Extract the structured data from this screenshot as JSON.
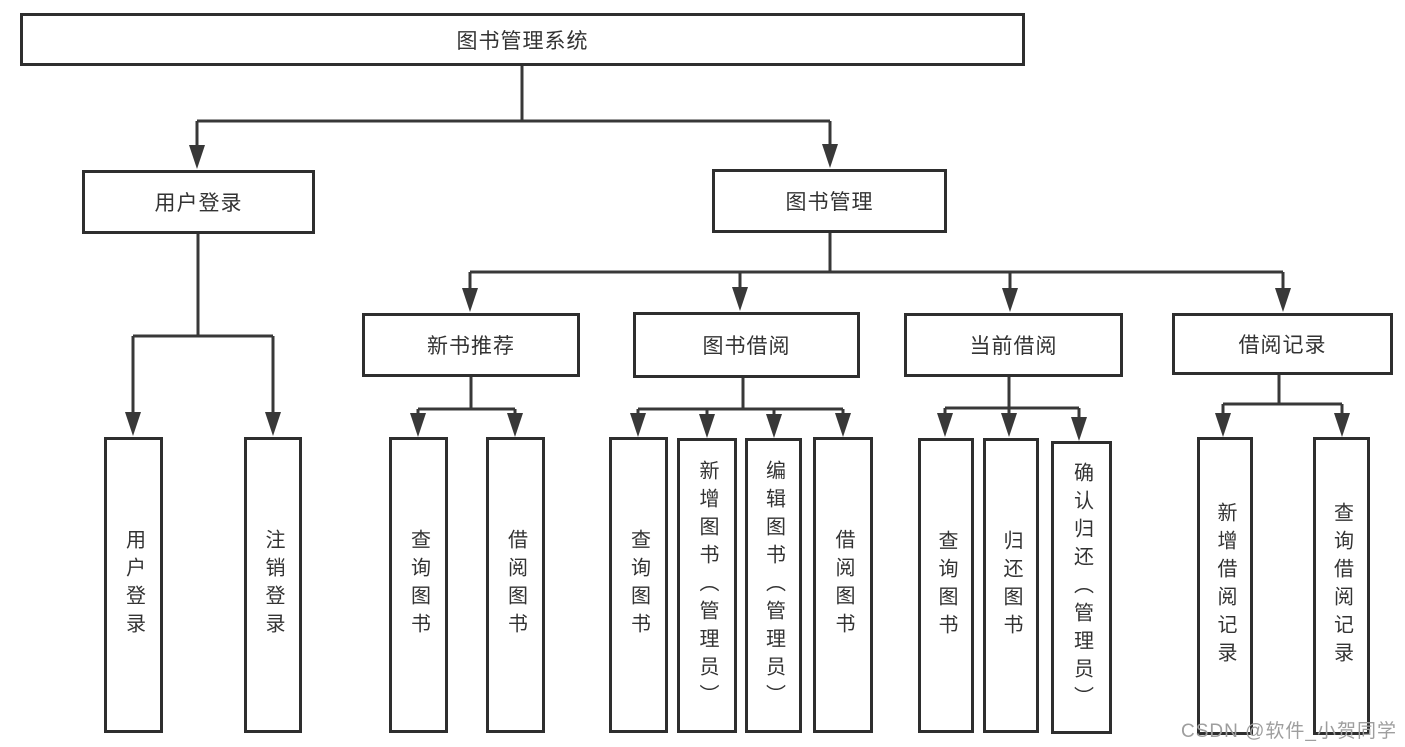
{
  "diagram": {
    "title": "图书管理系统",
    "root": {
      "label": "图书管理系统"
    },
    "branches": [
      {
        "label": "用户登录",
        "children": [
          {
            "label": "用户登录"
          },
          {
            "label": "注销登录"
          }
        ]
      },
      {
        "label": "图书管理",
        "children": [
          {
            "label": "新书推荐",
            "children": [
              {
                "label": "查询图书"
              },
              {
                "label": "借阅图书"
              }
            ]
          },
          {
            "label": "图书借阅",
            "children": [
              {
                "label": "查询图书"
              },
              {
                "label": "新增图书（管理员）"
              },
              {
                "label": "编辑图书（管理员）"
              },
              {
                "label": "借阅图书"
              }
            ]
          },
          {
            "label": "当前借阅",
            "children": [
              {
                "label": "查询图书"
              },
              {
                "label": "归还图书"
              },
              {
                "label": "确认归还（管理员）"
              }
            ]
          },
          {
            "label": "借阅记录",
            "children": [
              {
                "label": "新增借阅记录"
              },
              {
                "label": "查询借阅记录"
              }
            ]
          }
        ]
      }
    ]
  },
  "watermark": {
    "text": "CSDN @软件_小贺同学"
  },
  "colors": {
    "line": "#383838",
    "box_border": "#2e2e2e",
    "text": "#333333",
    "background": "#ffffff",
    "watermark": "#9e9e9e"
  }
}
